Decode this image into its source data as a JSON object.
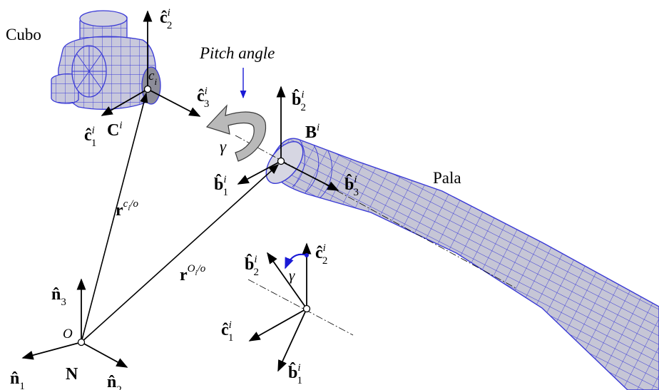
{
  "labels": {
    "hub_name": "Cubo",
    "blade_name": "Pala",
    "pitch_annotation": "Pitch angle",
    "gamma": "γ",
    "origin": "O",
    "frame_N": "N",
    "frame_C": "C",
    "frame_C_sup": "i",
    "frame_B": "B",
    "frame_B_sup": "i",
    "point_c": "c",
    "point_c_sub": "i",
    "vec_letter_c": "ĉ",
    "vec_letter_b": "b̂",
    "vec_letter_n": "n̂",
    "sup_i": "i",
    "sub_1": "1",
    "sub_2": "2",
    "sub_3": "3",
    "r_letter": "r",
    "r1_sup": "c",
    "r1_sup_sub": "i",
    "r1_sup_tail": "/o",
    "r2_sup": "O",
    "r2_sup_sub": "i",
    "r2_sup_tail": "/o"
  },
  "colors": {
    "mesh_fill": "#c6c6d6",
    "mesh_line": "#3a3ad6",
    "pitch_arrow": "#1a1ad6",
    "gamma_arc": "#1a1ad6",
    "axis": "#000000",
    "rotation_arrow_fill": "#b9b9b9"
  }
}
